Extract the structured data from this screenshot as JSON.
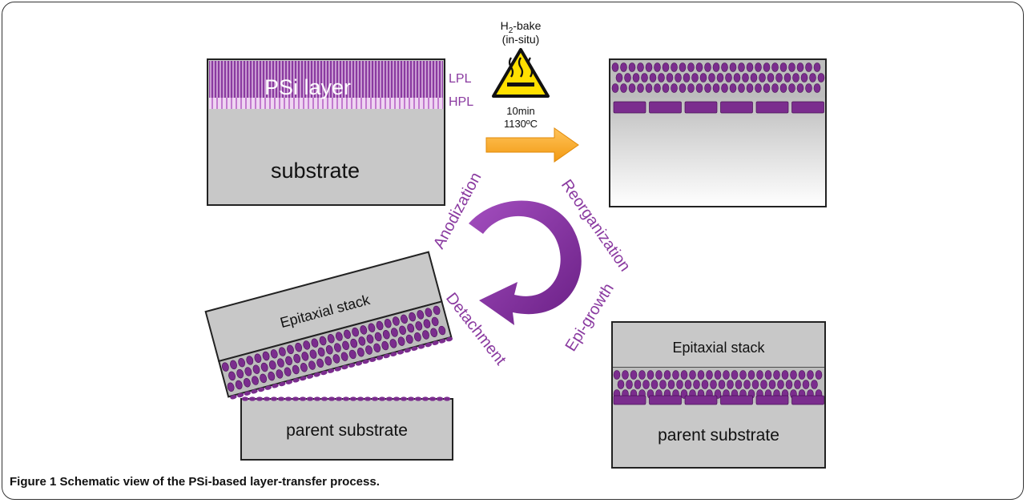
{
  "colors": {
    "purple": "#7b2d8e",
    "purple_text": "#8a3aa0",
    "gray": "#c8c8c8",
    "arrow_orange": "#f6a623",
    "warning_yellow": "#ffe000"
  },
  "icon": "hot-surface-warning-icon",
  "process": {
    "bake_label_h": "H",
    "bake_label_sub": "2",
    "bake_label_rest": "-bake",
    "bake_mode": "(in-situ)",
    "bake_time": "10min",
    "bake_temp": "1130ºC"
  },
  "anodized_wafer": {
    "psi_label": "PSi layer",
    "lpl": "LPL",
    "hpl": "HPL",
    "substrate": "substrate"
  },
  "cycle": {
    "anodization": "Anodization",
    "reorganization": "Reorganization",
    "epi_growth": "Epi-growth",
    "detachment": "Detachment"
  },
  "detached": {
    "stack": "Epitaxial stack",
    "parent": "parent substrate"
  },
  "grown": {
    "stack": "Epitaxial stack",
    "parent": "parent substrate"
  },
  "caption": {
    "label": "Figure 1",
    "text": "Schematic view of the PSi-based layer-transfer process."
  }
}
